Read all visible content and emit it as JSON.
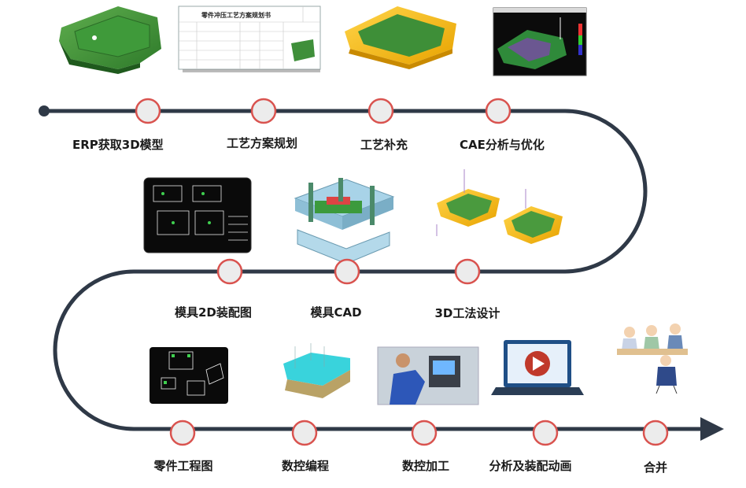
{
  "colors": {
    "track": "#2f3947",
    "node_fill": "#ececec",
    "node_stroke": "#d9534f",
    "label": "#1a1a1a"
  },
  "steps": [
    {
      "label": "ERP获取3D模型",
      "picture": "green-stamped-part-3d-model"
    },
    {
      "label": "工艺方案规划",
      "picture": "process-plan-sheet"
    },
    {
      "label": "工艺补充",
      "picture": "part-with-yellow-addendum"
    },
    {
      "label": "CAE分析与优化",
      "picture": "cae-analysis-screen"
    },
    {
      "label": "模具2D装配图",
      "picture": "die-2d-assembly-drawing"
    },
    {
      "label": "模具CAD",
      "picture": "die-3d-cad-model"
    },
    {
      "label": "3D工法设计",
      "picture": "3d-die-face-design"
    },
    {
      "label": "零件工程图",
      "picture": "part-engineering-drawing"
    },
    {
      "label": "数控编程",
      "picture": "nc-toolpath-surface"
    },
    {
      "label": "数控加工",
      "picture": "cnc-machining-operator"
    },
    {
      "label": "分析及装配动画",
      "picture": "laptop-play-video"
    },
    {
      "label": "合并",
      "picture": "meeting-people-table"
    }
  ],
  "sheet": {
    "title": "零件冲压工艺方案规划书"
  }
}
